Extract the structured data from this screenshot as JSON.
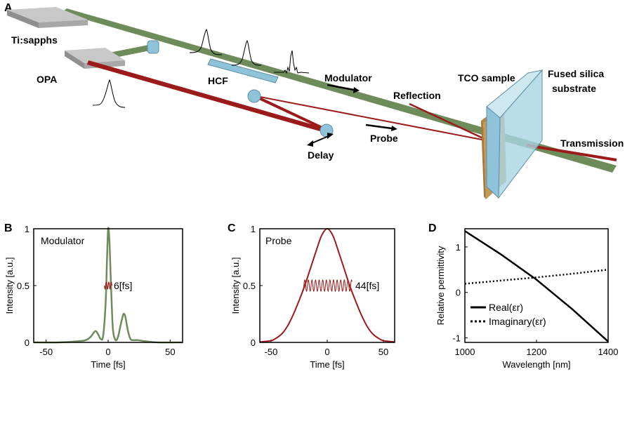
{
  "panel_a": {
    "letter": "A",
    "labels": {
      "tisapphs": "Ti:sapphs",
      "opa": "OPA",
      "hcf": "HCF",
      "modulator": "Modulator",
      "probe": "Probe",
      "delay": "Delay",
      "reflection": "Reflection",
      "tco": "TCO sample",
      "fused1": "Fused silica",
      "fused2": "substrate",
      "transmission": "Transmission"
    },
    "colors": {
      "green_beam": "#6e8b5a",
      "red_beam": "#9b1b1b",
      "optic": "#8ec3d9",
      "sample": "#c49a5a",
      "substrate": "#a9d4e3",
      "box": "#a8a8a8"
    }
  },
  "chart_data": [
    {
      "panel": "B",
      "type": "line",
      "annotation": "Modulator",
      "fwhm_label": "6[fs]",
      "xlabel": "Time [fs]",
      "ylabel": "Intensity [a.u.]",
      "xlim": [
        -60,
        60
      ],
      "ylim": [
        0,
        1
      ],
      "xticks": [
        "-50",
        "0",
        "50"
      ],
      "yticks": [
        "0",
        "0.5",
        "1"
      ],
      "color": "#6e8b5a",
      "series": [
        {
          "x": [
            -60,
            -40,
            -25,
            -18,
            -14,
            -12,
            -10,
            -8,
            -6,
            -4,
            -2,
            -1,
            0,
            1,
            2,
            3,
            4,
            6,
            8,
            10,
            12,
            13,
            14,
            16,
            18,
            20,
            24,
            30,
            40,
            60
          ],
          "y": [
            0,
            0,
            0.01,
            0.02,
            0.05,
            0.08,
            0.1,
            0.07,
            0.03,
            0.06,
            0.35,
            0.7,
            1,
            0.9,
            0.6,
            0.3,
            0.1,
            0.02,
            0.05,
            0.15,
            0.24,
            0.25,
            0.22,
            0.1,
            0.03,
            0.02,
            0.02,
            0.01,
            0,
            0
          ]
        }
      ]
    },
    {
      "panel": "C",
      "type": "line",
      "annotation": "Probe",
      "fwhm_label": "44[fs]",
      "xlabel": "Time [fs]",
      "ylabel": "Intensity [a.u.]",
      "xlim": [
        -60,
        60
      ],
      "ylim": [
        0,
        1
      ],
      "xticks": [
        "-50",
        "0",
        "50"
      ],
      "yticks": [
        "0",
        "0.5",
        "1"
      ],
      "color": "#9b1b1b",
      "series": [
        {
          "x": [
            -60,
            -50,
            -45,
            -40,
            -35,
            -30,
            -25,
            -20,
            -15,
            -10,
            -5,
            0,
            5,
            10,
            15,
            20,
            25,
            30,
            35,
            40,
            45,
            50,
            60
          ],
          "y": [
            0.005,
            0.015,
            0.04,
            0.08,
            0.15,
            0.25,
            0.37,
            0.5,
            0.65,
            0.8,
            0.94,
            1,
            0.94,
            0.8,
            0.65,
            0.5,
            0.37,
            0.25,
            0.15,
            0.08,
            0.04,
            0.015,
            0.005
          ]
        }
      ]
    },
    {
      "panel": "D",
      "type": "line",
      "xlabel": "Wavelength [nm]",
      "ylabel": "Relative permittivity",
      "xlim": [
        1000,
        1400
      ],
      "ylim": [
        -1.1,
        1.4
      ],
      "xticks": [
        "1000",
        "1200",
        "1400"
      ],
      "yticks": [
        "-1",
        "0",
        "1"
      ],
      "legend": [
        "Real(εr)",
        "Imaginary(εr)"
      ],
      "series": [
        {
          "name": "Real(εr)",
          "style": "solid",
          "x": [
            1000,
            1100,
            1200,
            1300,
            1400
          ],
          "y": [
            1.35,
            0.84,
            0.28,
            -0.37,
            -1.08
          ]
        },
        {
          "name": "Imaginary(εr)",
          "style": "dotted",
          "x": [
            1000,
            1100,
            1200,
            1300,
            1400
          ],
          "y": [
            0.19,
            0.26,
            0.33,
            0.41,
            0.5
          ]
        }
      ]
    }
  ]
}
